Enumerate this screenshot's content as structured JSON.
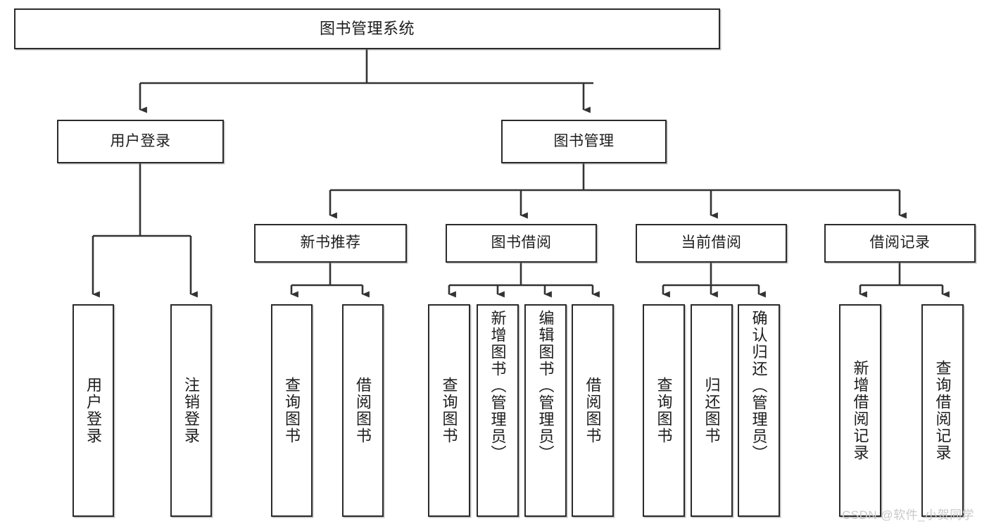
{
  "diagram": {
    "title": "图书管理系统",
    "type": "tree-hierarchy-chart",
    "colors": {
      "box_border": "#2b2b2b",
      "box_fill": "#ffffff",
      "connector": "#333333",
      "text": "#1d1d1d",
      "watermark": "#c9c9c9",
      "background": "#ffffff"
    }
  },
  "root": {
    "label": "图书管理系统"
  },
  "level2": [
    {
      "label": "用户登录"
    },
    {
      "label": "图书管理"
    }
  ],
  "level3": [
    {
      "label": "新书推荐"
    },
    {
      "label": "图书借阅"
    },
    {
      "label": "当前借阅"
    },
    {
      "label": "借阅记录"
    }
  ],
  "leaves": {
    "user_login": [
      {
        "label": "用户登录"
      },
      {
        "label": "注销登录"
      }
    ],
    "new_book_recommend": [
      {
        "label": "查询图书"
      },
      {
        "label": "借阅图书"
      }
    ],
    "book_borrow": [
      {
        "label": "查询图书"
      },
      {
        "label": "新增图书（管理员）"
      },
      {
        "label": "编辑图书（管理员）"
      },
      {
        "label": "借阅图书"
      }
    ],
    "current_borrow": [
      {
        "label": "查询图书"
      },
      {
        "label": "归还图书"
      },
      {
        "label": "确认归还（管理员）"
      }
    ],
    "borrow_records": [
      {
        "label": "新增借阅记录"
      },
      {
        "label": "查询借阅记录"
      }
    ]
  },
  "watermark": {
    "text": "CSDN @软件_小贺同学"
  }
}
